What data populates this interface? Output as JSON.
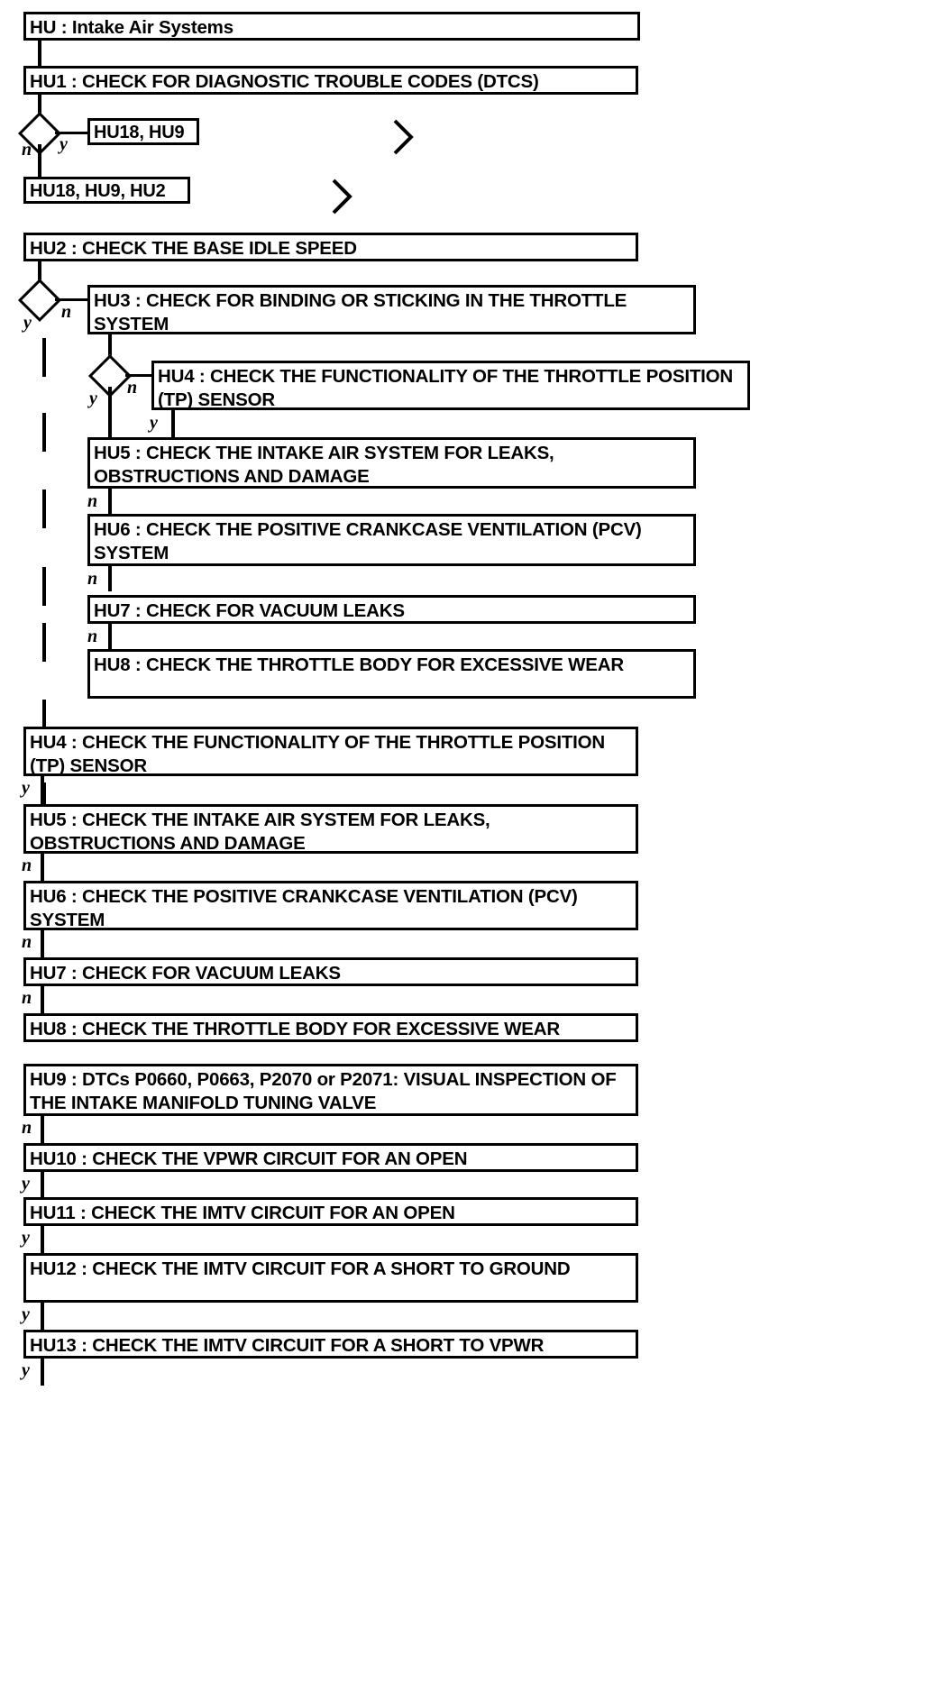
{
  "diagram": {
    "type": "flowchart",
    "title": "HU : Intake Air Systems",
    "notation": {
      "yes_label": "y",
      "no_label": "n",
      "decision_shape": "diamond",
      "step_shape": "rectangle",
      "chevron_glyph": ">"
    },
    "colors": {
      "stroke": "#000000",
      "fill": "#ffffff",
      "text": "#000000"
    }
  },
  "nodes": {
    "root": "HU : Intake Air Systems",
    "hu1": "HU1 : CHECK FOR DIAGNOSTIC TROUBLE CODES (DTCS)",
    "ref_hu18_hu9": "HU18, HU9",
    "ref_hu18_hu9_hu2": "HU18, HU9, HU2",
    "hu2": "HU2 : CHECK THE BASE IDLE SPEED",
    "hu3": "HU3 : CHECK FOR BINDING OR STICKING IN THE THROTTLE SYSTEM",
    "hu4_nested": "HU4 : CHECK THE FUNCTIONALITY OF THE THROTTLE POSITION (TP) SENSOR",
    "hu5_nested": "HU5 : CHECK THE INTAKE AIR SYSTEM FOR LEAKS, OBSTRUCTIONS AND DAMAGE",
    "hu6_nested": "HU6 : CHECK THE POSITIVE CRANKCASE VENTILATION (PCV) SYSTEM",
    "hu7_nested": "HU7 : CHECK FOR VACUUM LEAKS",
    "hu8_nested": "HU8 : CHECK THE THROTTLE BODY FOR EXCESSIVE WEAR",
    "hu4_main": "HU4 : CHECK THE FUNCTIONALITY OF THE THROTTLE POSITION (TP) SENSOR",
    "hu5_main": "HU5 : CHECK THE INTAKE AIR SYSTEM FOR LEAKS, OBSTRUCTIONS AND DAMAGE",
    "hu6_main": "HU6 : CHECK THE POSITIVE CRANKCASE VENTILATION (PCV) SYSTEM",
    "hu7_main": "HU7 : CHECK FOR VACUUM LEAKS",
    "hu8_main": "HU8 : CHECK THE THROTTLE BODY FOR EXCESSIVE WEAR",
    "hu9": "HU9 : DTCs P0660, P0663, P2070 or P2071: VISUAL INSPECTION OF THE INTAKE MANIFOLD TUNING VALVE",
    "hu10": "HU10 : CHECK THE VPWR CIRCUIT FOR AN OPEN",
    "hu11": "HU11 : CHECK THE IMTV CIRCUIT FOR AN OPEN",
    "hu12": "HU12 : CHECK THE IMTV CIRCUIT FOR A SHORT TO GROUND",
    "hu13": "HU13 : CHECK THE IMTV CIRCUIT FOR A SHORT TO VPWR"
  },
  "labels": {
    "n1": "n",
    "y1": "y",
    "y2": "y",
    "n2": "n",
    "y3": "y",
    "n3": "n",
    "y4": "y",
    "n4": "n",
    "n5": "n",
    "n6": "n",
    "y_hu4_main": "y",
    "n_hu5_main": "n",
    "n_hu6_main": "n",
    "n_hu7_main": "n",
    "n_hu9": "n",
    "y_hu10": "y",
    "y_hu11": "y",
    "y_hu12": "y",
    "y_hu13": "y"
  },
  "chevrons": {
    "c1": ">",
    "c2": ">"
  }
}
